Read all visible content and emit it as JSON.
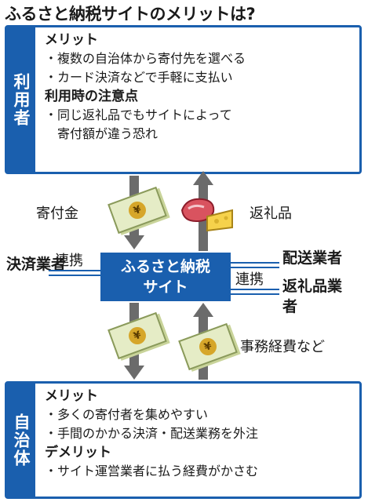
{
  "title": "ふるさと納税サイトのメリットは?",
  "user_panel": {
    "label": "利用者",
    "merit_heading": "メリット",
    "merits": [
      "複数の自治体から寄付先を選べる",
      "カード決済などで手軽に支払い"
    ],
    "caution_heading": "利用時の注意点",
    "caution_lines": [
      "同じ返礼品でもサイトによって",
      "寄付額が違う恐れ"
    ]
  },
  "flows": {
    "donation": "寄付金",
    "gift": "返礼品",
    "link_left": "連携",
    "link_right": "連携",
    "expenses": "事務経費など"
  },
  "center": {
    "line1": "ふるさと納税",
    "line2": "サイト"
  },
  "partners": {
    "left": "決済業者",
    "right_top": "配送業者",
    "right_bottom": "返礼品業者"
  },
  "muni_panel": {
    "label": "自治体",
    "merit_heading": "メリット",
    "merits": [
      "多くの寄付者を集めやすい",
      "手間のかかる決済・配送業務を外注"
    ],
    "demerit_heading": "デメリット",
    "demerits": [
      "サイト運営業者に払う経費がかさむ"
    ]
  },
  "bullet": "・",
  "yen_symbol": "¥",
  "colors": {
    "accent": "#1a5fae",
    "arrow": "#6b6b6b"
  }
}
